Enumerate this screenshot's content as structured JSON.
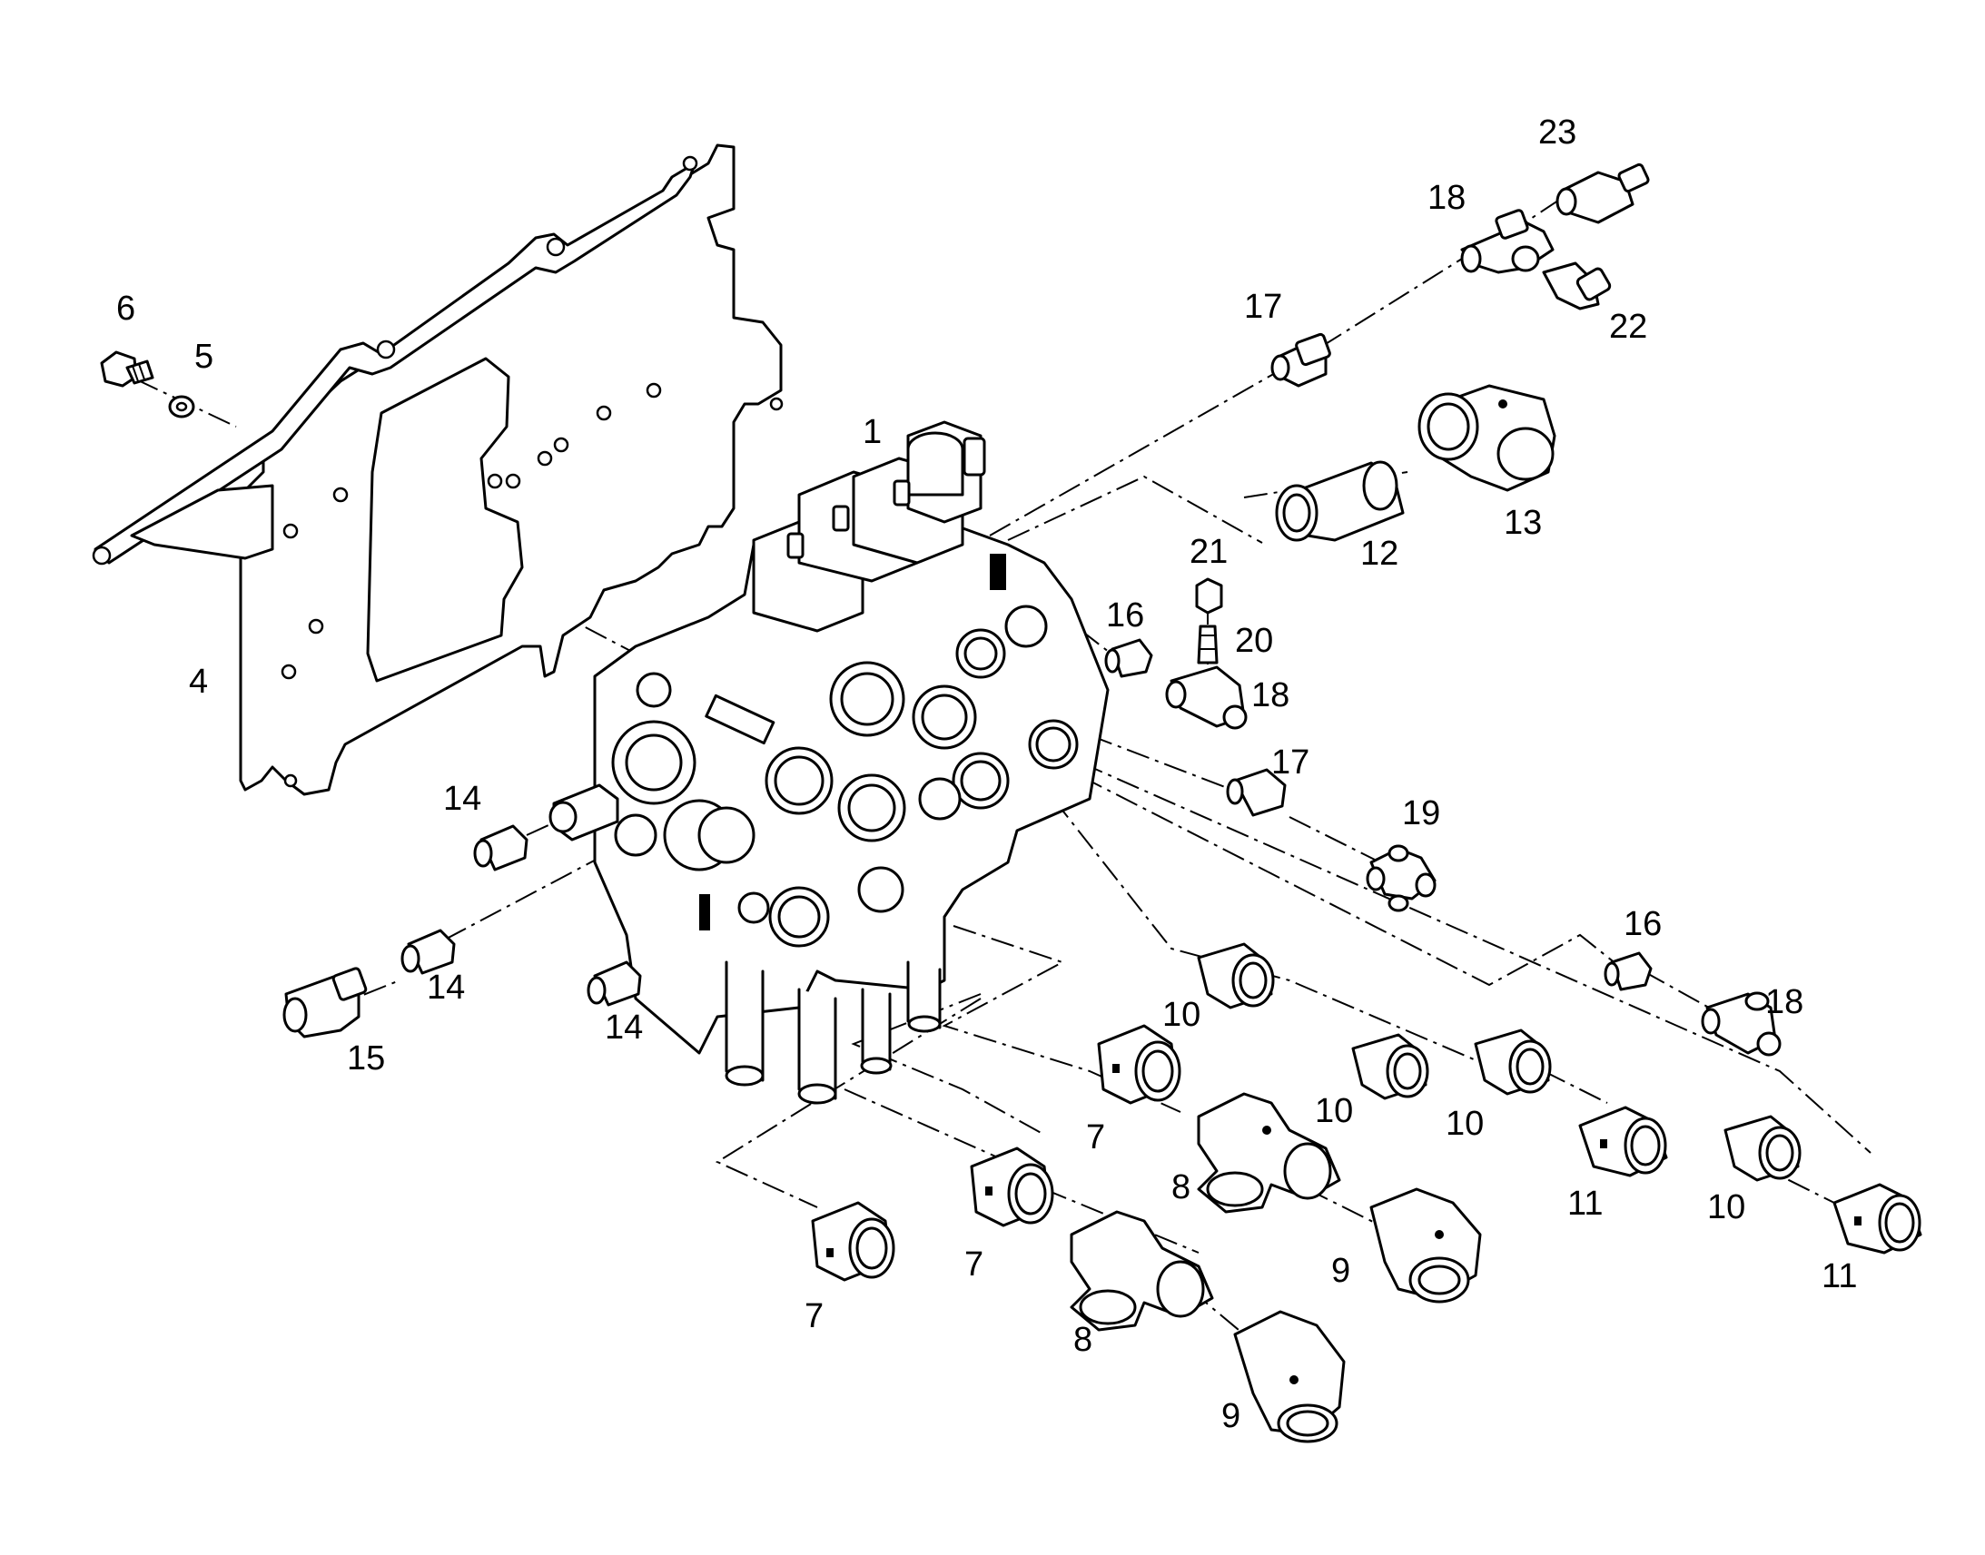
{
  "diagram": {
    "type": "exploded-parts-view",
    "line_color": "#000000",
    "background": "#ffffff"
  },
  "callouts": [
    {
      "id": "c1",
      "text": "1"
    },
    {
      "id": "c4",
      "text": "4"
    },
    {
      "id": "c5",
      "text": "5"
    },
    {
      "id": "c6",
      "text": "6"
    },
    {
      "id": "c7a",
      "text": "7"
    },
    {
      "id": "c7b",
      "text": "7"
    },
    {
      "id": "c7c",
      "text": "7"
    },
    {
      "id": "c8a",
      "text": "8"
    },
    {
      "id": "c8b",
      "text": "8"
    },
    {
      "id": "c9a",
      "text": "9"
    },
    {
      "id": "c9b",
      "text": "9"
    },
    {
      "id": "c10a",
      "text": "10"
    },
    {
      "id": "c10b",
      "text": "10"
    },
    {
      "id": "c10c",
      "text": "10"
    },
    {
      "id": "c10d",
      "text": "10"
    },
    {
      "id": "c11a",
      "text": "11"
    },
    {
      "id": "c11b",
      "text": "11"
    },
    {
      "id": "c12",
      "text": "12"
    },
    {
      "id": "c13",
      "text": "13"
    },
    {
      "id": "c14a",
      "text": "14"
    },
    {
      "id": "c14b",
      "text": "14"
    },
    {
      "id": "c14c",
      "text": "14"
    },
    {
      "id": "c15",
      "text": "15"
    },
    {
      "id": "c16a",
      "text": "16"
    },
    {
      "id": "c16b",
      "text": "16"
    },
    {
      "id": "c17a",
      "text": "17"
    },
    {
      "id": "c17b",
      "text": "17"
    },
    {
      "id": "c18a",
      "text": "18"
    },
    {
      "id": "c18b",
      "text": "18"
    },
    {
      "id": "c18c",
      "text": "18"
    },
    {
      "id": "c19",
      "text": "19"
    },
    {
      "id": "c20",
      "text": "20"
    },
    {
      "id": "c21",
      "text": "21"
    },
    {
      "id": "c22",
      "text": "22"
    },
    {
      "id": "c23",
      "text": "23"
    }
  ]
}
